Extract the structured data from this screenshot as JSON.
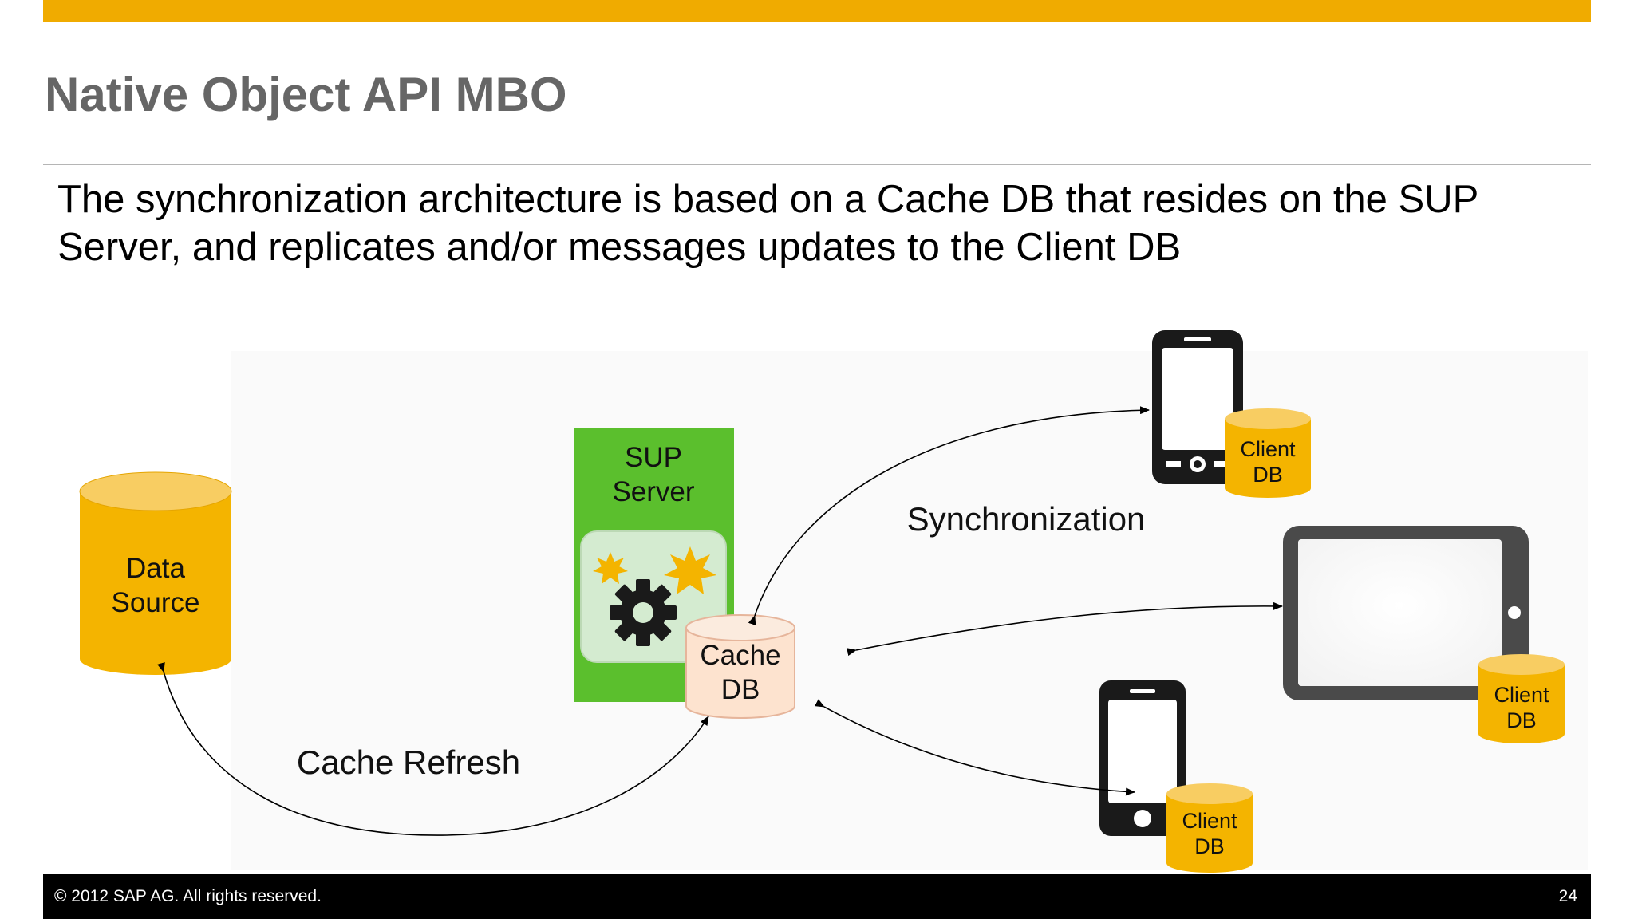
{
  "slide": {
    "title": "Native Object API MBO",
    "body": "The synchronization architecture is based on a Cache DB that resides on the SUP Server, and replicates and/or messages updates to the Client DB",
    "footer_copyright": "© 2012 SAP AG. All rights reserved.",
    "page_number": "24"
  },
  "diagram": {
    "data_source": {
      "line1": "Data",
      "line2": "Source"
    },
    "server": {
      "line1": "SUP",
      "line2": "Server"
    },
    "cache_db": {
      "line1": "Cache",
      "line2": "DB"
    },
    "client_db": {
      "line1": "Client",
      "line2": "DB"
    },
    "edge_labels": {
      "cache_refresh": "Cache Refresh",
      "synchronization": "Synchronization"
    }
  },
  "colors": {
    "brand_gold": "#f0ab00",
    "cylinder_gold": "#f4b400",
    "server_green": "#5bbf2d",
    "cache_fill": "#fde3cf",
    "device_dark": "#3d3d3d",
    "footer": "#000000"
  },
  "icons": {
    "server_gears": "gears-icon",
    "phone": "smartphone-icon",
    "tablet": "tablet-icon"
  }
}
